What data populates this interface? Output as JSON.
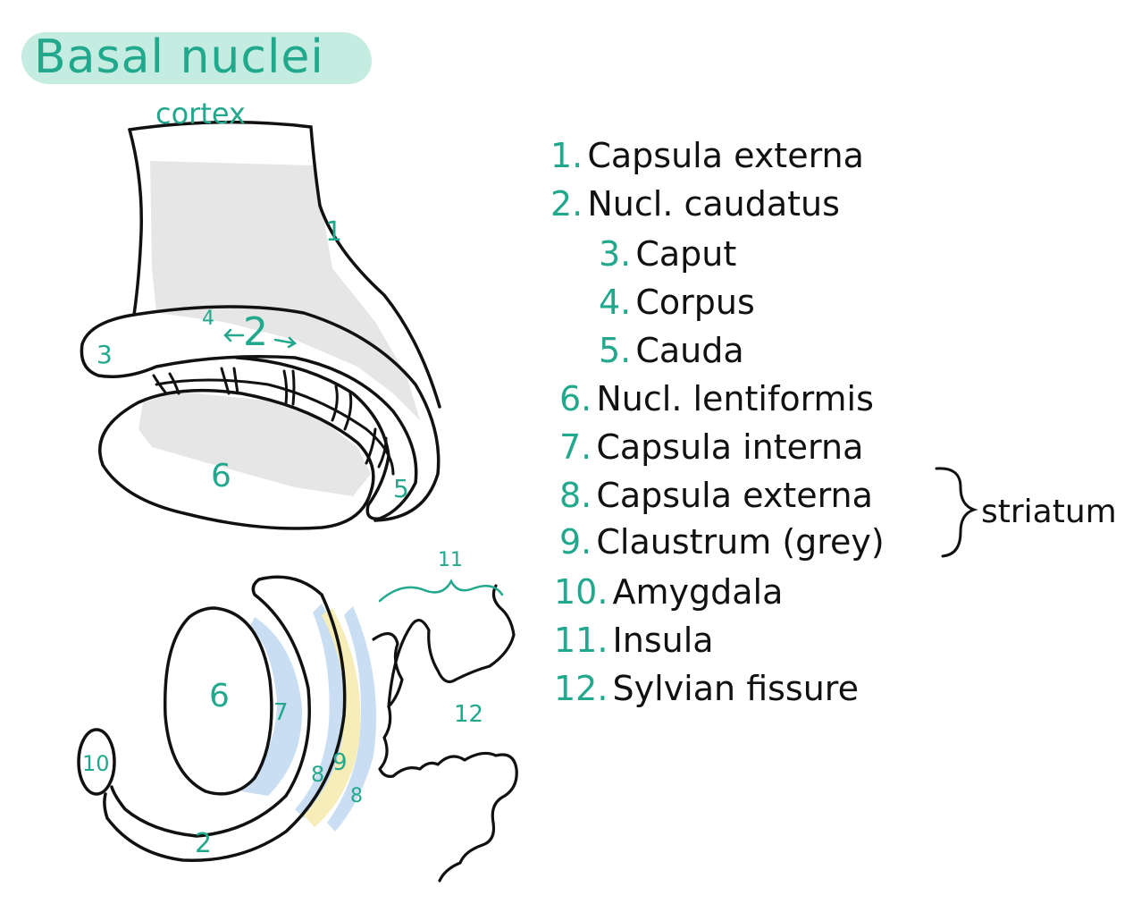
{
  "title": "Basal nuclei",
  "diagram_labels": {
    "cortex": "cortex",
    "top_1": "1",
    "top_2": "2",
    "top_3": "3",
    "top_4": "4",
    "top_5": "5",
    "top_6": "6",
    "bot_6": "6",
    "bot_7": "7",
    "bot_8a": "8",
    "bot_9": "9",
    "bot_8b": "8",
    "bot_10": "10",
    "bot_2": "2",
    "bot_11": "11",
    "bot_12": "12"
  },
  "legend": [
    {
      "num": "1.",
      "text": "Capsula externa"
    },
    {
      "num": "2.",
      "text": "Nucl. caudatus"
    },
    {
      "num": "3.",
      "text": "Caput"
    },
    {
      "num": "4.",
      "text": "Corpus"
    },
    {
      "num": "5.",
      "text": "Cauda"
    },
    {
      "num": "6.",
      "text": "Nucl. lentiformis"
    },
    {
      "num": "7.",
      "text": "Capsula interna"
    },
    {
      "num": "8.",
      "text": "Capsula externa"
    },
    {
      "num": "9.",
      "text": "Claustrum (grey)"
    },
    {
      "num": "10.",
      "text": "Amygdala"
    },
    {
      "num": "11.",
      "text": "Insula"
    },
    {
      "num": "12.",
      "text": "Sylvian fissure"
    }
  ],
  "bracket_label": "striatum",
  "colors": {
    "accent": "#22a88c",
    "highlight": "#c4ece0",
    "ink": "#111111",
    "grey_fill": "#e4e4e4",
    "blue_fill": "#c9def2",
    "yellow_fill": "#f6edb8"
  }
}
